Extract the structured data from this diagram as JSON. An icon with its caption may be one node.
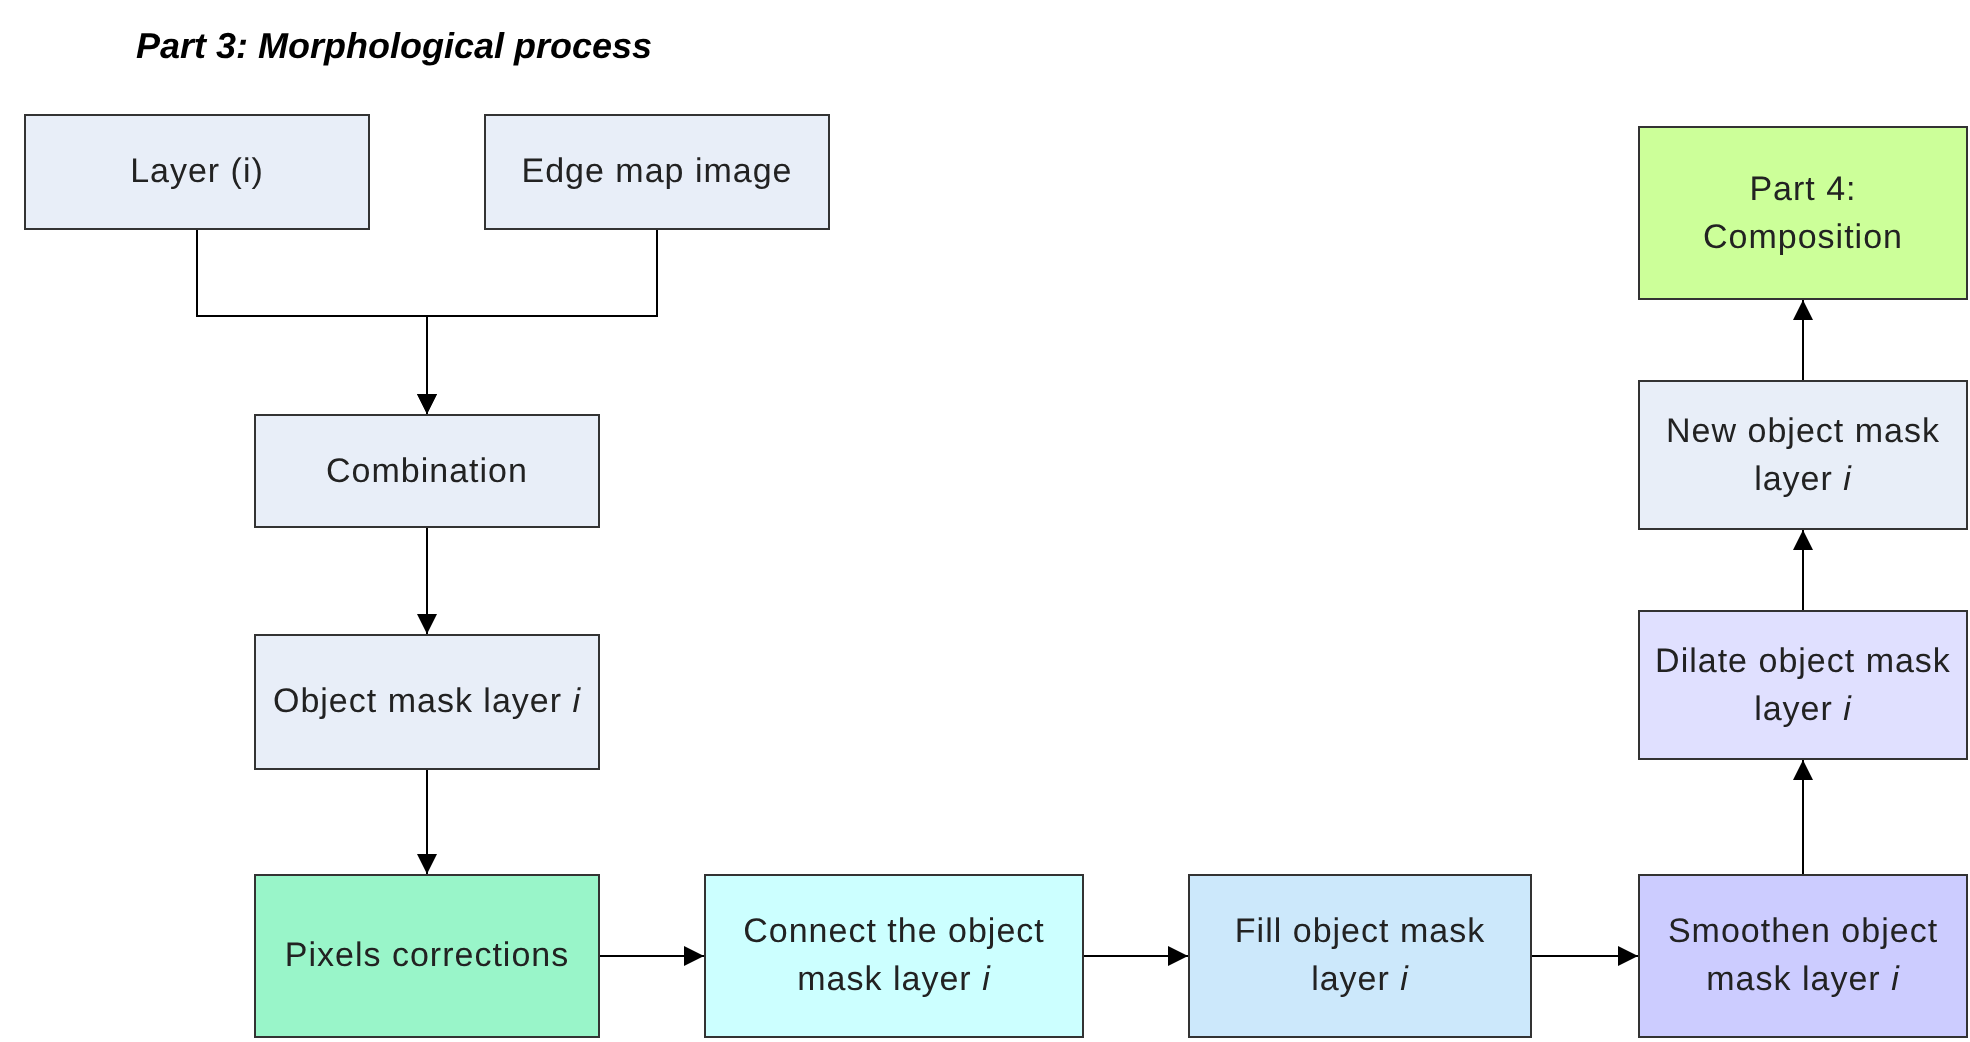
{
  "diagram": {
    "title": "Part 3: Morphological process",
    "nodes": [
      {
        "text": [
          "Layer (i)"
        ]
      },
      {
        "text": [
          "Edge map image"
        ]
      },
      {
        "text": [
          "Combination"
        ]
      },
      {
        "text": [
          "Object mask layer *i*"
        ]
      },
      {
        "text": [
          "Pixels corrections"
        ]
      },
      {
        "text": [
          "Connect the object mask layer *i*"
        ]
      },
      {
        "text": [
          "Fill object mask layer *i*"
        ]
      },
      {
        "text": [
          "Smoothen object mask layer *i*"
        ]
      },
      {
        "text": [
          "Dilate object mask layer *i*"
        ]
      },
      {
        "text": [
          "New object mask layer *i*"
        ]
      },
      {
        "text": [
          "Part 4: Composition"
        ]
      }
    ],
    "edges": [
      {
        "from": 0,
        "to": 2,
        "arrow": "to"
      },
      {
        "from": 1,
        "to": 2,
        "arrow": "to"
      },
      {
        "from": 2,
        "to": 3,
        "arrow": "to"
      },
      {
        "from": 3,
        "to": 4,
        "arrow": "to"
      },
      {
        "from": 4,
        "to": 5,
        "arrow": "to"
      },
      {
        "from": 5,
        "to": 6,
        "arrow": "to"
      },
      {
        "from": 6,
        "to": 7,
        "arrow": "to"
      },
      {
        "from": 7,
        "to": 8,
        "arrow": "to"
      },
      {
        "from": 8,
        "to": 9,
        "arrow": "to"
      },
      {
        "from": 9,
        "to": 10,
        "arrow": "to"
      }
    ]
  }
}
